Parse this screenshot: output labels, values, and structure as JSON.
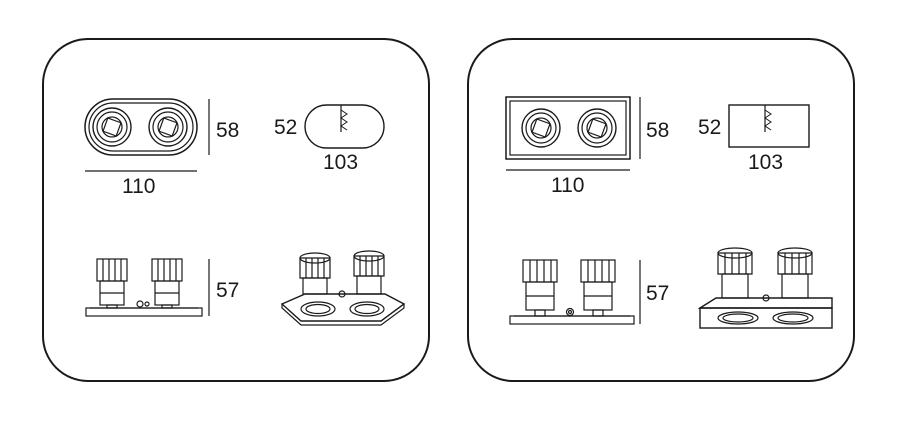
{
  "panels": [
    {
      "id": "round-double",
      "dims": {
        "front_width": "110",
        "front_height": "58",
        "side_depth": "52",
        "side_width": "103",
        "body_height": "57"
      }
    },
    {
      "id": "square-double",
      "dims": {
        "front_width": "110",
        "front_height": "58",
        "side_depth": "52",
        "side_width": "103",
        "body_height": "57"
      }
    }
  ],
  "colors": {
    "line": "#1a1a1a",
    "panel_border": "#1a1a1a",
    "background": "#ffffff"
  }
}
